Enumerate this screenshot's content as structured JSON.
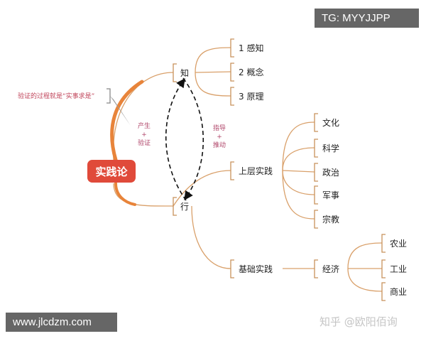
{
  "center": "实践论",
  "zhi": "知",
  "xing": "行",
  "zhi_children": [
    "1 感知",
    "2 概念",
    "3 原理"
  ],
  "upper": "上层实践",
  "upper_children": [
    "文化",
    "科学",
    "政治",
    "军事",
    "宗教"
  ],
  "base": "基础实践",
  "economy": "经济",
  "economy_children": [
    "农业",
    "工业",
    "商业"
  ],
  "note": "验证的过程就是“实事求是”",
  "rel_left": [
    "产生",
    "+",
    "验证"
  ],
  "rel_right": [
    "指导",
    "+",
    "推动"
  ],
  "banner_top": "TG: MYYJJPP",
  "banner_bottom": "www.jlcdzm.com",
  "watermark": "知乎 @欧阳佰询",
  "colors": {
    "branch": "#d9a06a",
    "center": "#e04a3a",
    "trunk": "#e8843a",
    "bracket": "#c8915a"
  }
}
